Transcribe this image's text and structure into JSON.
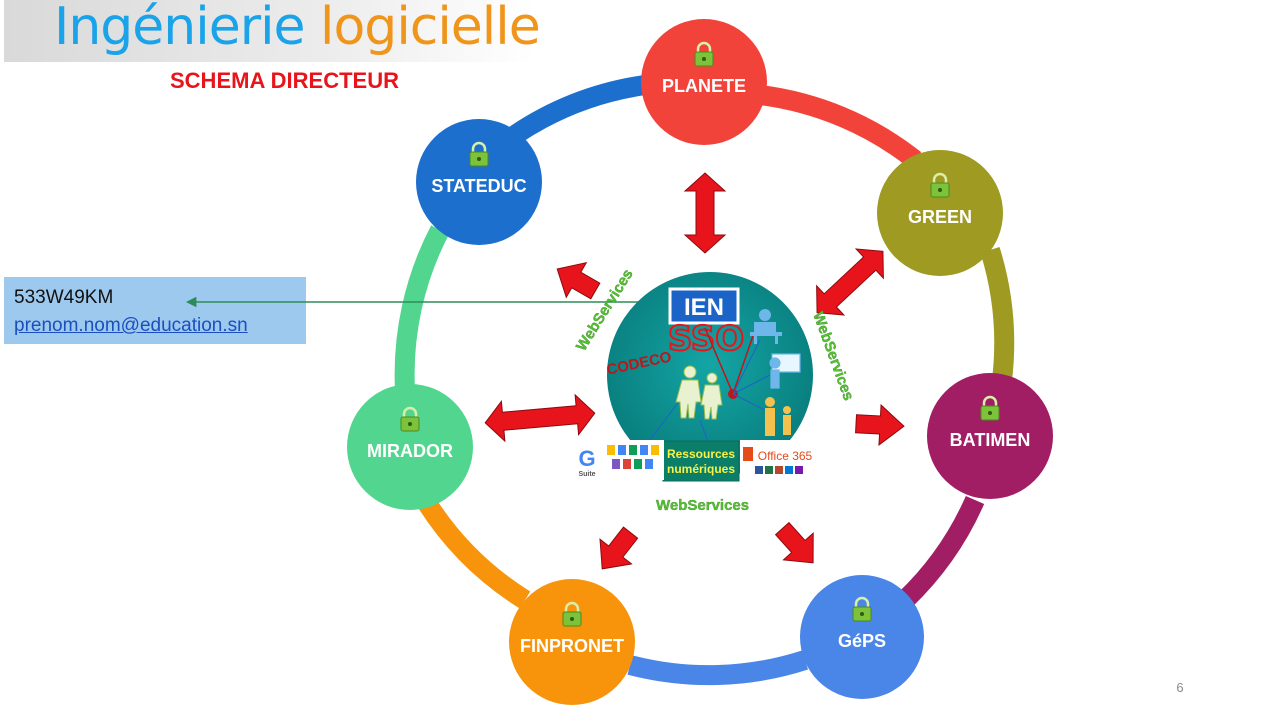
{
  "title": {
    "part1": "Ingénierie",
    "part2": "logicielle",
    "part1_color": "#1aa3e8",
    "part2_color": "#f0951c"
  },
  "subtitle": "SCHEMA DIRECTEUR",
  "identifier": {
    "code": "533W49KM",
    "email": "prenom.nom@education.sn"
  },
  "center": {
    "ien_label": "IEN",
    "sso_label": "SSO",
    "codeco_label": "CODECO",
    "resources_label_1": "Ressources",
    "resources_label_2": "numériques",
    "gsuite_label": "Suite",
    "office_label": "Office 365",
    "color": "#0b8f8f"
  },
  "webservices_label": "WebServices",
  "nodes": [
    {
      "id": "planete",
      "label": "PLANETE",
      "color": "#f2433a"
    },
    {
      "id": "green",
      "label": "GREEN",
      "color": "#9e9a22"
    },
    {
      "id": "batimen",
      "label": "BATIMEN",
      "color": "#a11d64"
    },
    {
      "id": "geps",
      "label": "GéPS",
      "color": "#4a86e8"
    },
    {
      "id": "finpronet",
      "label": "FINPRONET",
      "color": "#f7940c"
    },
    {
      "id": "mirador",
      "label": "MIRADOR",
      "color": "#52d68f"
    },
    {
      "id": "stateduc",
      "label": "STATEDUC",
      "color": "#1c6fcc"
    }
  ],
  "page_number": "6"
}
